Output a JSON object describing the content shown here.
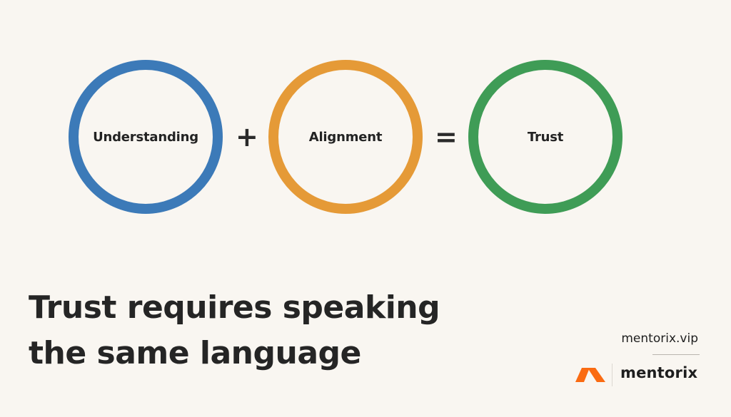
{
  "diagram": {
    "type": "equation",
    "circles": [
      {
        "label": "Understanding",
        "color": "#3c7ab8"
      },
      {
        "label": "Alignment",
        "color": "#e59a37"
      },
      {
        "label": "Trust",
        "color": "#3f9c56"
      }
    ],
    "operators": [
      "+",
      "="
    ]
  },
  "headline": {
    "line1": "Trust requires speaking",
    "line2": "the same language"
  },
  "branding": {
    "website": "mentorix.vip",
    "logo_text": "mentorix",
    "logo_color": "#fa6b12"
  },
  "colors": {
    "background": "#f9f6f1",
    "text": "#222222"
  }
}
